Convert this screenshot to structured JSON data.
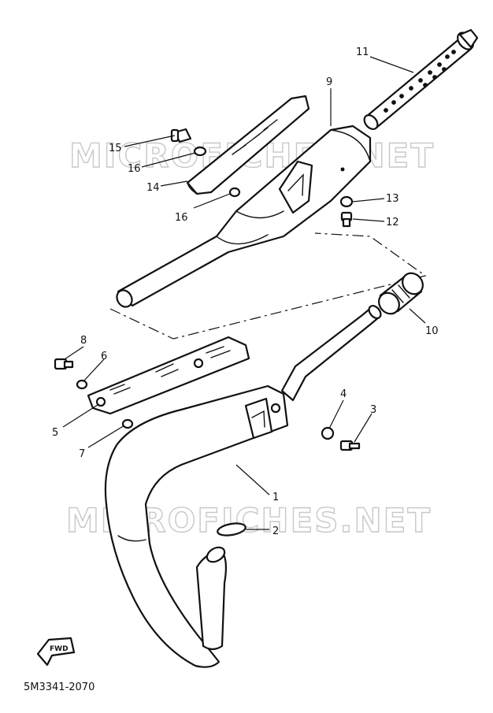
{
  "watermark": "MICROFICHES.NET",
  "part_code": "5M3341-2070",
  "fwd_label": "FWD",
  "callouts": [
    {
      "id": "1",
      "label": "1"
    },
    {
      "id": "2",
      "label": "2"
    },
    {
      "id": "3",
      "label": "3"
    },
    {
      "id": "4",
      "label": "4"
    },
    {
      "id": "5",
      "label": "5"
    },
    {
      "id": "6",
      "label": "6"
    },
    {
      "id": "7",
      "label": "7"
    },
    {
      "id": "8",
      "label": "8"
    },
    {
      "id": "9",
      "label": "9"
    },
    {
      "id": "10",
      "label": "10"
    },
    {
      "id": "11",
      "label": "11"
    },
    {
      "id": "12",
      "label": "12"
    },
    {
      "id": "13",
      "label": "13"
    },
    {
      "id": "14",
      "label": "14"
    },
    {
      "id": "15",
      "label": "15"
    },
    {
      "id": "16a",
      "label": "16"
    },
    {
      "id": "16b",
      "label": "16"
    }
  ]
}
